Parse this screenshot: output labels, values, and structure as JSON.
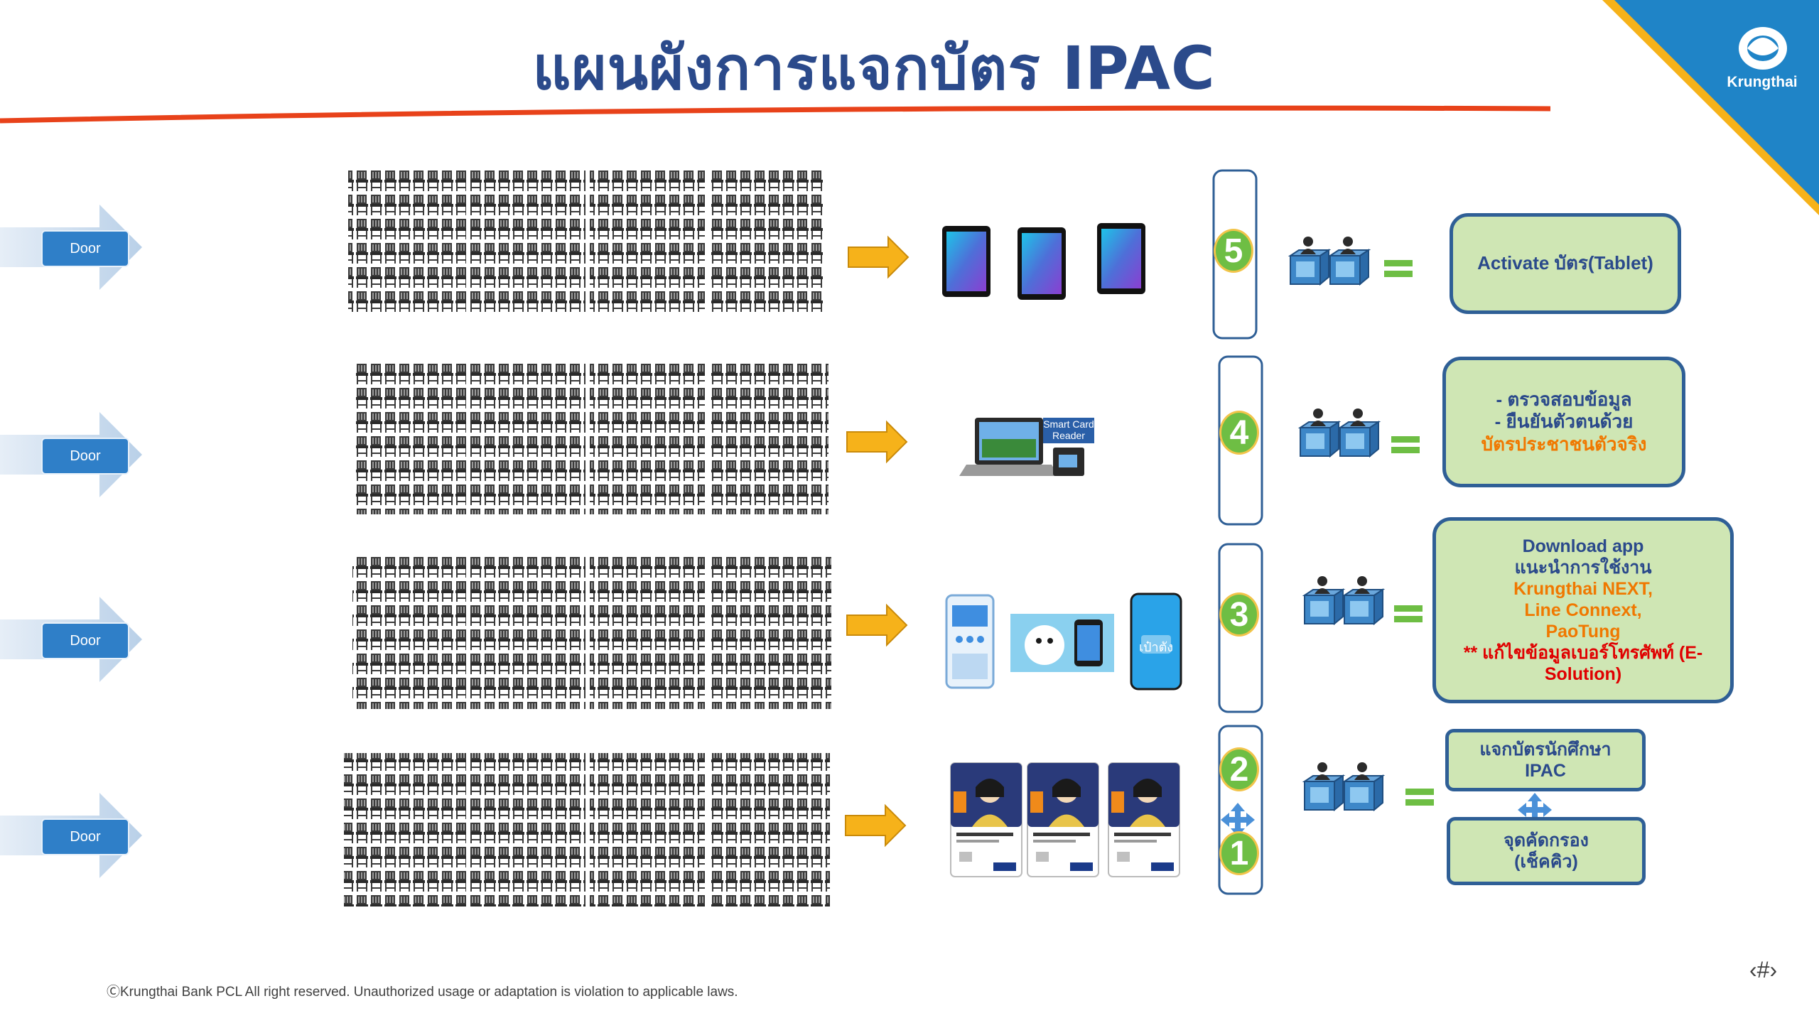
{
  "title": "แผนผังการแจกบัตร IPAC",
  "brand": {
    "name": "Krungthai"
  },
  "colors": {
    "title": "#2b4a8b",
    "accent_line": "#e8421a",
    "box_fill": "#cfe6b4",
    "box_border": "#2f5f96",
    "door": "#2f7fc8",
    "badge": "#6ebe44",
    "arrow": "#f6b21a"
  },
  "doors": [
    "Door",
    "Door",
    "Door",
    "Door"
  ],
  "stations": [
    {
      "number": "5",
      "device": "tablet-icon",
      "lines": [
        "Activate บัตร(Tablet)"
      ]
    },
    {
      "number": "4",
      "device": "laptop-icon",
      "device_label": "Smart Card Reader",
      "lines": [
        "- ตรวจสอบข้อมูล",
        "- ยืนยันตัวตนด้วย",
        "บัตรประชาชนตัวจริง"
      ]
    },
    {
      "number": "3",
      "device": "phone-icon",
      "device_label": "เป๋าตัง",
      "lines": [
        "Download app",
        "แนะนำการใช้งาน",
        "Krungthai NEXT,",
        "Line Connext,",
        "PaoTung",
        "** แก้ไขข้อมูลเบอร์โทรศัพท์ (E-Solution)"
      ]
    },
    {
      "numbers": [
        "2",
        "1"
      ],
      "device": "student-card-icon",
      "boxes": [
        [
          "แจกบัตรนักศึกษา",
          "IPAC"
        ],
        [
          "จุดคัดกรอง",
          "(เช็คคิว)"
        ]
      ]
    }
  ],
  "footer": "ⒸKrungthai Bank PCL All right reserved. Unauthorized usage or adaptation is violation to applicable laws.",
  "page_number": "‹#›"
}
